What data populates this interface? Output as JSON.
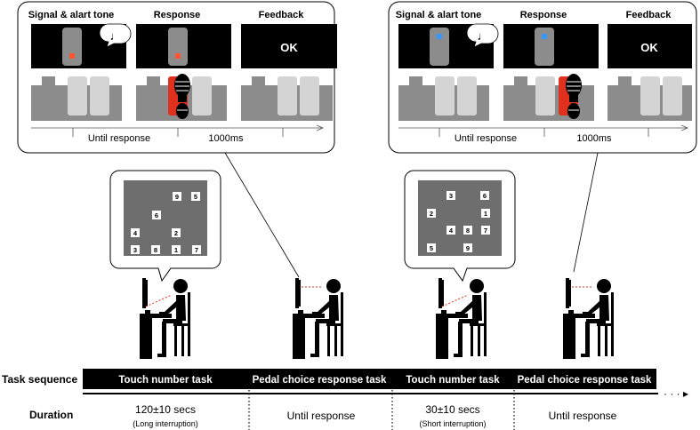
{
  "panels": [
    {
      "titles": [
        "Signal & alart tone",
        "Response",
        "Feedback"
      ],
      "feedback_text": "OK",
      "time_labels": [
        "Until response",
        "1000ms"
      ],
      "signal_color": "#ff5533",
      "pressed_pedal": "left"
    },
    {
      "titles": [
        "Signal & alart tone",
        "Response",
        "Feedback"
      ],
      "feedback_text": "OK",
      "time_labels": [
        "Until response",
        "1000ms"
      ],
      "signal_color": "#3399ff",
      "pressed_pedal": "right"
    }
  ],
  "touch_grids": [
    {
      "numbers": [
        "9",
        "5",
        "6",
        "4",
        "2",
        "3",
        "8",
        "1",
        "7"
      ]
    },
    {
      "numbers": [
        "3",
        "6",
        "2",
        "1",
        "4",
        "8",
        "7",
        "5",
        "9"
      ]
    }
  ],
  "task_sequence": {
    "label": "Task sequence",
    "segments": [
      "Touch number task",
      "Pedal choice response task",
      "Touch number task",
      "Pedal choice response task"
    ],
    "continuation": "· · · ▸"
  },
  "duration": {
    "label": "Duration",
    "items": [
      {
        "main": "120±10 secs",
        "sub": "(Long interruption)"
      },
      {
        "main": "Until response",
        "sub": ""
      },
      {
        "main": "30±10 secs",
        "sub": "(Short interruption)"
      },
      {
        "main": "Until response",
        "sub": ""
      }
    ]
  },
  "colors": {
    "screen_bg": "#000000",
    "pedal_bed": "#8c8c8c",
    "pedal_light": "#d4d4d4",
    "pressed_red": "#e0301e",
    "touch_screen_bg": "#6e6e6e",
    "dotted_line": "#e0301e"
  }
}
